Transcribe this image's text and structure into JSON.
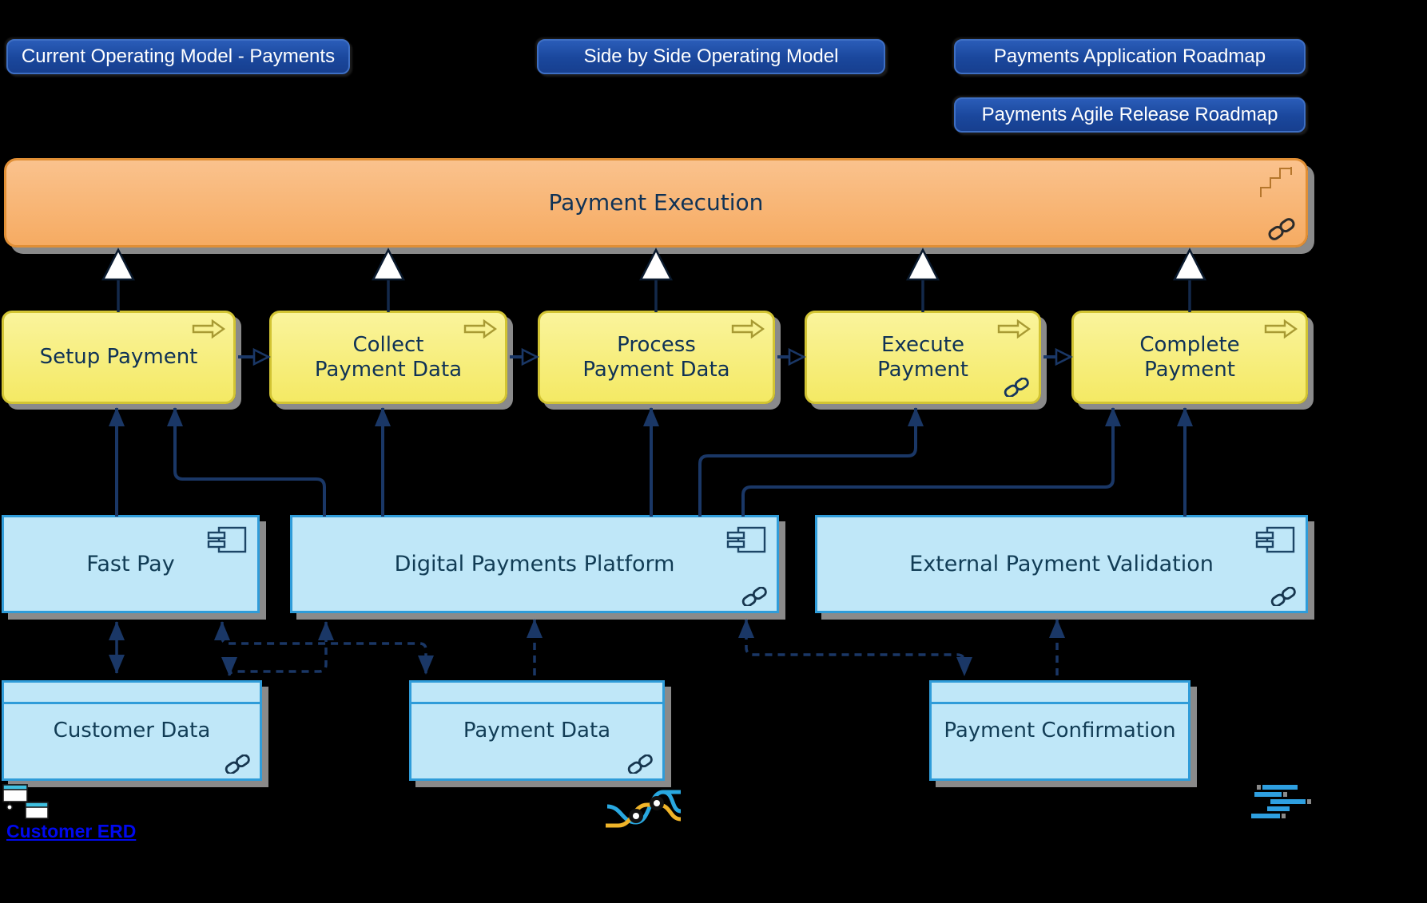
{
  "nav": {
    "buttons": [
      {
        "label": "Current Operating Model - Payments"
      },
      {
        "label": "Side by Side Operating Model"
      },
      {
        "label": "Payments Application Roadmap"
      },
      {
        "label": "Payments Agile Release Roadmap"
      }
    ]
  },
  "process": {
    "label": "Payment Execution"
  },
  "functions": [
    {
      "label": "Setup Payment"
    },
    {
      "label": "Collect\nPayment Data"
    },
    {
      "label": "Process\nPayment Data"
    },
    {
      "label": "Execute\nPayment"
    },
    {
      "label": "Complete\nPayment"
    }
  ],
  "applications": [
    {
      "label": "Fast Pay"
    },
    {
      "label": "Digital Payments Platform"
    },
    {
      "label": "External Payment Validation"
    }
  ],
  "data_objects": [
    {
      "label": "Customer Data"
    },
    {
      "label": "Payment Data"
    },
    {
      "label": "Payment Confirmation"
    }
  ],
  "links": {
    "customer_erd": "Customer ERD"
  },
  "icons": {
    "process_step_icon": "staircase-steps",
    "link_icon": "chain-link",
    "component_icon": "uml-component",
    "function_arrow_icon": "hollow-right-arrow",
    "erd_icon": "window-diagram",
    "journey_icon": "crossing-flow-paths",
    "gantt_icon": "blue-bar-rows"
  },
  "colors": {
    "background": "#000000",
    "button_blue": "#1d4da2",
    "process_orange": "#f7b377",
    "function_yellow": "#f6ee79",
    "app_blue": "#bfe7f8",
    "app_border_blue": "#2f9cd9",
    "arrow_navy": "#1a3766",
    "shadow_gray": "#8a8a8a",
    "link_blue": "#0009ee",
    "text_navy": "#0f3256"
  }
}
